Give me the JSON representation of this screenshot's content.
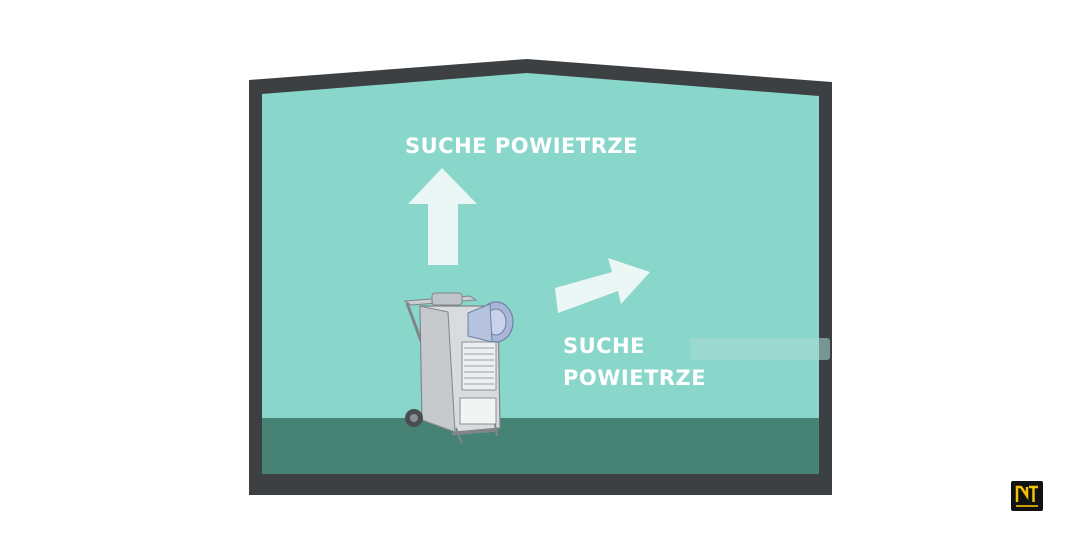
{
  "labels": {
    "top": "SUCHE POWIETRZE",
    "right": "SUCHE\nPOWIETRZE"
  },
  "colors": {
    "wall": "#3d4043",
    "room": "#89d6cb",
    "floor": "#478375",
    "arrow": "#eaf7f5",
    "machine": "#d9dcde",
    "machine_accent": "#a8b7d8",
    "logo_bg": "#111111",
    "logo_mark": "#f2c300"
  },
  "icons": {
    "up_arrow": "arrow-up-icon",
    "right_arrow": "arrow-right-icon",
    "dehumidifier": "dehumidifier-icon",
    "logo": "brand-logo"
  }
}
